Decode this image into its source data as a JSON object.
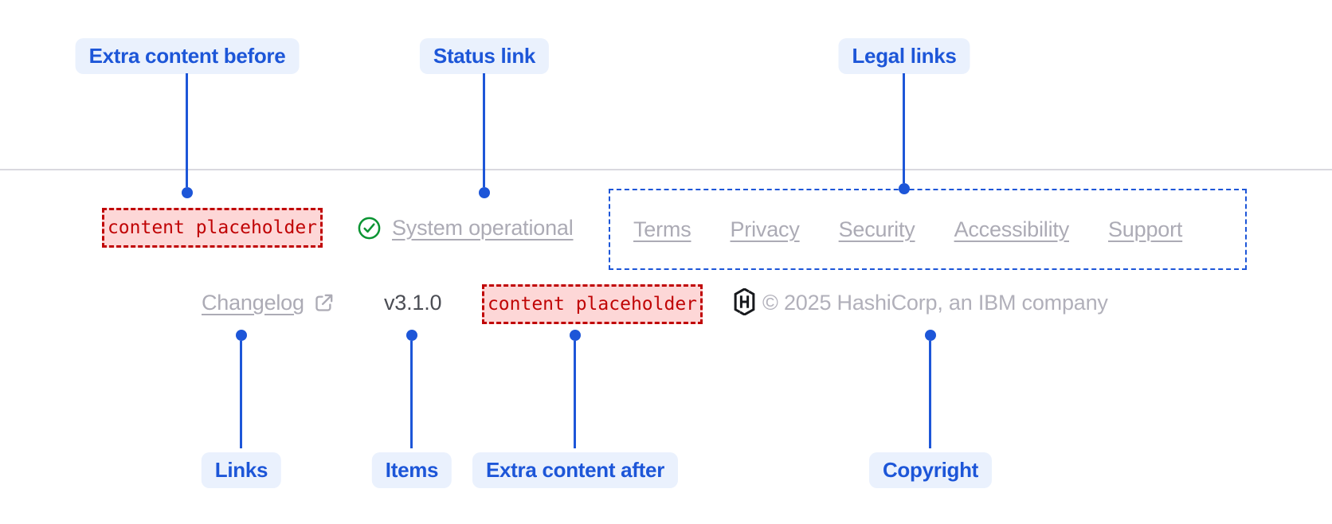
{
  "annotations": {
    "extra_content_before": "Extra content before",
    "status_link": "Status link",
    "legal_links": "Legal links",
    "links": "Links",
    "items": "Items",
    "extra_content_after": "Extra content after",
    "copyright": "Copyright"
  },
  "footer": {
    "extra_content_before_placeholder": "content placeholder",
    "status": {
      "icon": "check-circle-icon",
      "label": "System operational"
    },
    "legal_links": [
      "Terms",
      "Privacy",
      "Security",
      "Accessibility",
      "Support"
    ],
    "links": [
      {
        "label": "Changelog",
        "icon": "external-link-icon"
      }
    ],
    "items": [
      "v3.1.0"
    ],
    "extra_content_after_placeholder": "content placeholder",
    "copyright": {
      "icon": "hashicorp-logo-icon",
      "text": "© 2025 HashiCorp, an IBM company"
    }
  },
  "colors": {
    "annotation_accent": "#1d56d8",
    "annotation_pill_bg": "#eaf1fd",
    "placeholder_red": "#c00405",
    "placeholder_bg": "#fdd7d7",
    "status_green": "#0a9432",
    "faint_text": "#acabb5",
    "version_text": "#4b4d54",
    "divider": "#d9d8df"
  }
}
